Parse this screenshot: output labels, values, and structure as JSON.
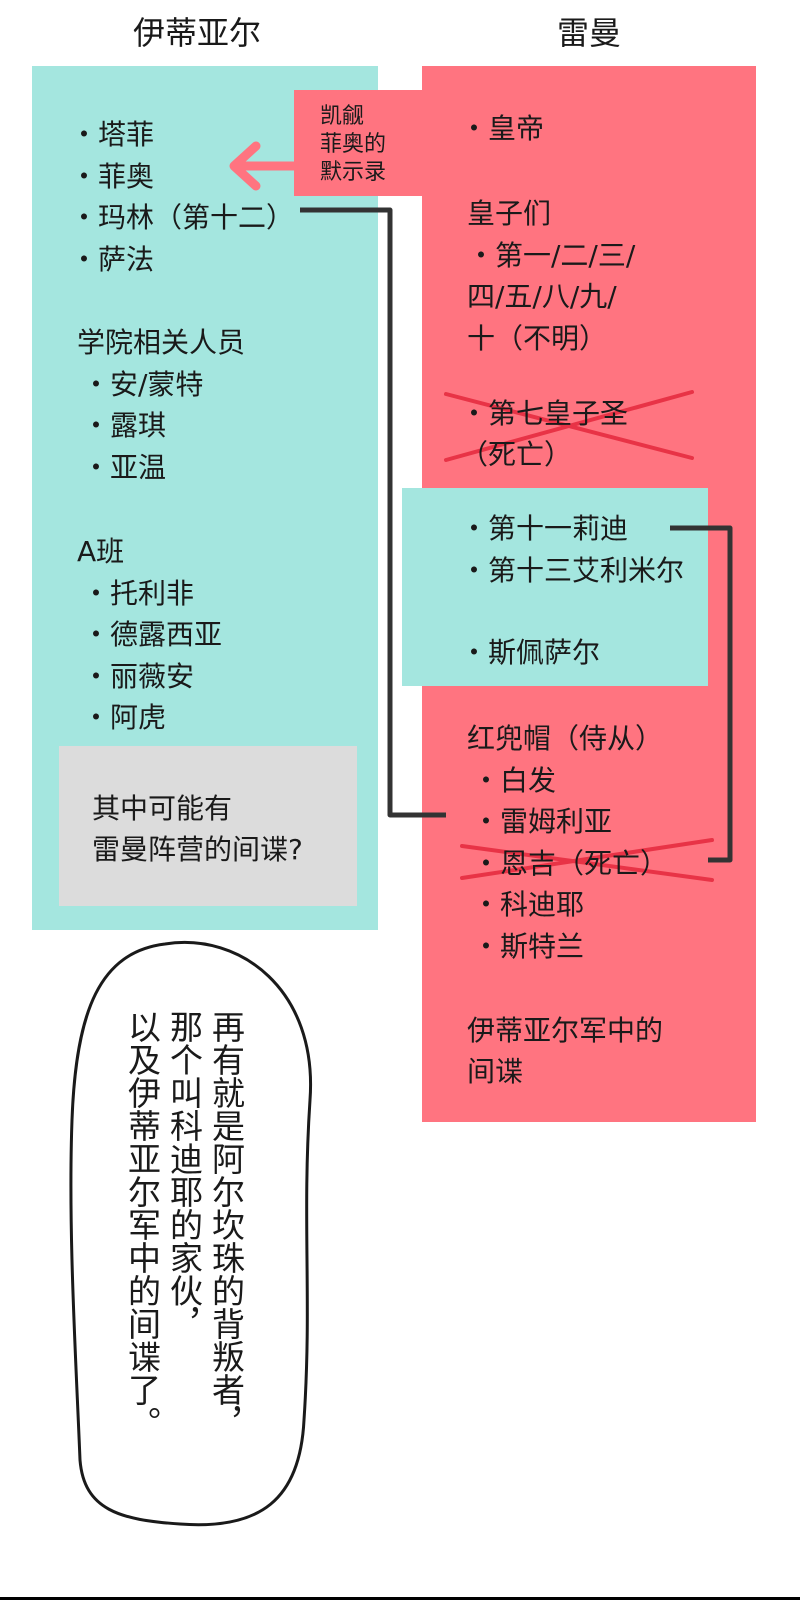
{
  "titles": {
    "left": "伊蒂亚尔",
    "right": "雷曼"
  },
  "left_panel": {
    "items": [
      "・塔菲",
      "・菲奥",
      "・玛林（第十二）",
      "・萨法"
    ],
    "academy_header": "学院相关人员",
    "academy_items": [
      "・安/蒙特",
      "・露琪",
      "・亚温"
    ],
    "class_header": "A班",
    "class_items": [
      "・托利非",
      "・德露西亚",
      "・丽薇安",
      "・阿虎"
    ],
    "note_lines": [
      "其中可能有",
      "雷曼阵营的间谍?"
    ]
  },
  "fio_tag_lines": [
    "凯觎",
    "菲奥的",
    "默示录"
  ],
  "right_panel": {
    "emperor": "・皇帝",
    "princes_header": "皇子们",
    "princes_lines": [
      "・第一/二/三/",
      "四/五/八/九/",
      "十（不明）"
    ],
    "dead_prince_lines": [
      "・第七皇子圣",
      "（死亡）"
    ],
    "moved_items": [
      "・第十一莉迪",
      "・第十三艾利米尔",
      "・斯佩萨尔"
    ],
    "redcap_header": "红兜帽（侍从）",
    "redcap_items": [
      "・白发",
      "・雷姆利亚",
      "・恩吉（死亡）",
      "・科迪耶",
      "・斯特兰"
    ],
    "spy_lines": [
      "伊蒂亚尔军中的",
      "间谍"
    ]
  },
  "speech_bubble": {
    "columns": [
      "再有就是阿尔坎珠的背叛者，",
      "那个叫科迪耶的家伙，",
      "以及伊蒂亚尔军中的间谍了。"
    ]
  },
  "colors": {
    "teal": "#a4e6df",
    "red": "#ff7480",
    "grey": "#dcdcdc",
    "line": "#333333",
    "cross": "#e83346"
  }
}
